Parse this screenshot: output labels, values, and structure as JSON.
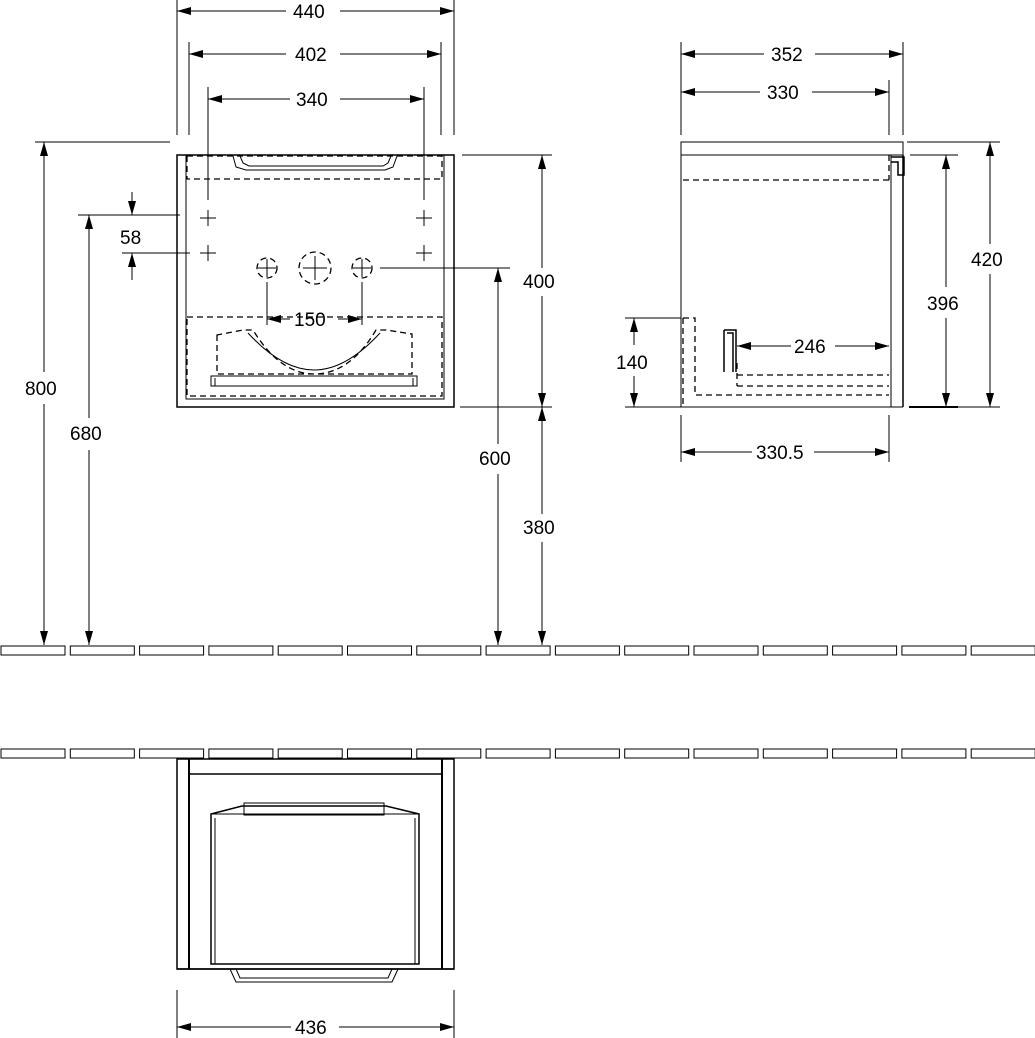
{
  "front_view": {
    "width_outer": "440",
    "width_inner": "402",
    "handle_width": "340",
    "overall_height": "800",
    "siphon_height": "680",
    "cabinet_height": "400",
    "drain_height": "600",
    "floor_clearance": "380",
    "fixing_spacing": "58",
    "tap_spacing": "150"
  },
  "side_view": {
    "depth_outer": "352",
    "depth_inner": "330",
    "height_total": "420",
    "height_inner": "396",
    "drawer_depth": "246",
    "drawer_height": "140",
    "base_depth": "330.5"
  },
  "top_view": {
    "width": "436"
  }
}
